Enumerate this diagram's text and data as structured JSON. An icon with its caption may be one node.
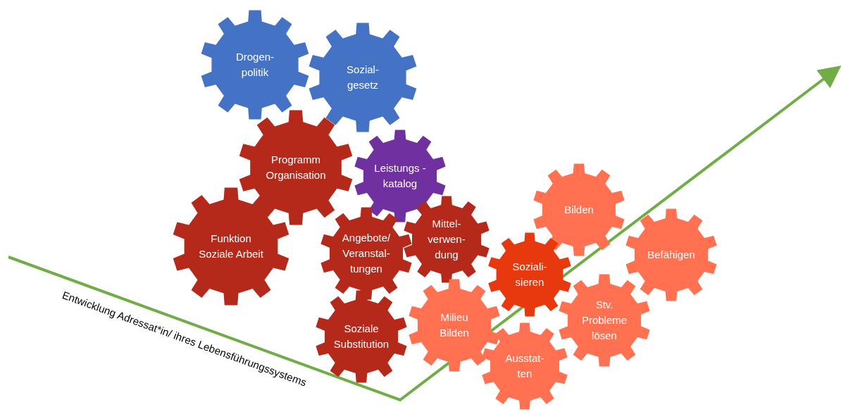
{
  "diagram": {
    "nodes": [
      {
        "text": [
          "Drogen- politik"
        ]
      },
      {
        "text": [
          "Sozial- gesetz"
        ]
      },
      {
        "text": [
          "Programm Organisation"
        ]
      },
      {
        "text": [
          "Leistungs -katalog"
        ]
      },
      {
        "text": [
          "Funktion Soziale Arbeit"
        ]
      },
      {
        "text": [
          "Angebote/ Veranstal- tungen"
        ]
      },
      {
        "text": [
          "Mittel- verwen- dung"
        ]
      },
      {
        "text": [
          "Bilden"
        ]
      },
      {
        "text": [
          "Befähigen"
        ]
      },
      {
        "text": [
          "Soziali- sieren"
        ]
      },
      {
        "text": [
          "Stv. Probleme lösen"
        ]
      },
      {
        "text": [
          "Milieu Bilden"
        ]
      },
      {
        "text": [
          "Soziale Substitution"
        ]
      },
      {
        "text": [
          "Ausstat- ten"
        ]
      }
    ],
    "labels": [
      "Entwicklung Adressat*in/ ihres Lebensführungssystems"
    ]
  }
}
